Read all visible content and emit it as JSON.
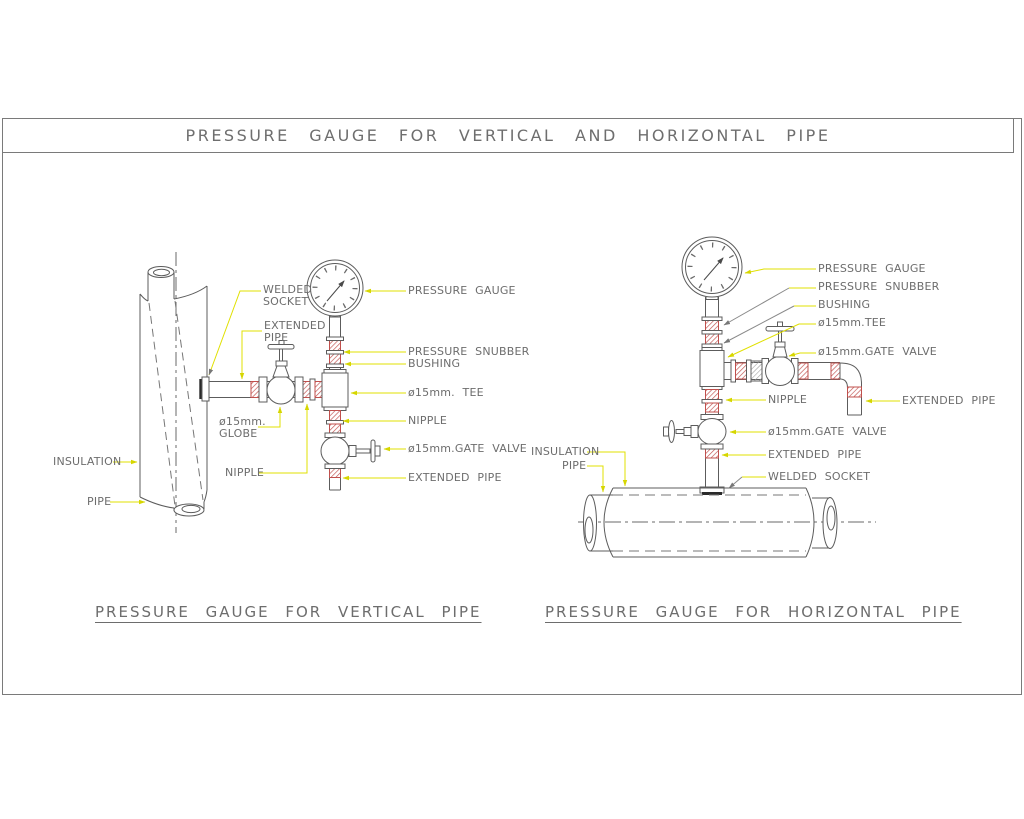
{
  "window": {
    "title": "PRESSURE GAUGE FOR VERTICAL AND HORIZONTAL PIPE"
  },
  "colors": {
    "line": "#5c5c5c",
    "frame": "#7a7a7a",
    "text": "#6d6d6d",
    "thread_hatch": "#c0504d",
    "leader": "#e0e000",
    "weld": "#2a2a2a"
  },
  "left_figure": {
    "caption": "PRESSURE GAUGE FOR VERTICAL PIPE",
    "labels": {
      "welded_socket": "WELDED\nSOCKET",
      "extended_pipe_left": "EXTENDED\nPIPE",
      "globe_valve": "ø15mm.\nGLOBE",
      "nipple_left": "NIPPLE",
      "insulation": "INSULATION",
      "pipe": "PIPE",
      "pressure_gauge": "PRESSURE GAUGE",
      "pressure_snubber": "PRESSURE SNUBBER",
      "bushing": "BUSHING",
      "tee": "ø15mm. TEE",
      "nipple_right": "NIPPLE",
      "gate_valve": "ø15mm.GATE VALVE",
      "extended_pipe_right": "EXTENDED PIPE"
    }
  },
  "right_figure": {
    "caption": "PRESSURE GAUGE FOR HORIZONTAL PIPE",
    "labels": {
      "pressure_gauge": "PRESSURE GAUGE",
      "pressure_snubber": "PRESSURE SNUBBER",
      "bushing": "BUSHING",
      "tee": "ø15mm.TEE",
      "gate_valve_upper": "ø15mm.GATE VALVE",
      "extended_pipe_elbow": "EXTENDED PIPE",
      "nipple": "NIPPLE",
      "gate_valve_lower": "ø15mm.GATE VALVE",
      "extended_pipe_lower": "EXTENDED PIPE",
      "welded_socket": "WELDED SOCKET",
      "insulation": "INSULATION",
      "pipe": "PIPE"
    }
  }
}
